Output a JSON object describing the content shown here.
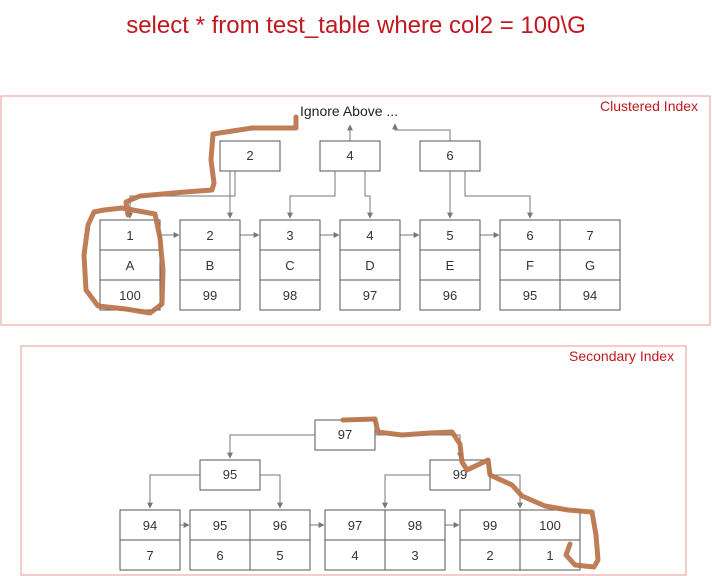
{
  "query": "select * from test_table where col2 = 100\\G",
  "clustered": {
    "label": "Clustered Index",
    "ignore_above": "Ignore Above ...",
    "internal_keys": [
      "2",
      "4",
      "6"
    ],
    "leaves": [
      {
        "key": "1",
        "col1": "A",
        "col2": "100"
      },
      {
        "key": "2",
        "col1": "B",
        "col2": "99"
      },
      {
        "key": "3",
        "col1": "C",
        "col2": "98"
      },
      {
        "key": "4",
        "col1": "D",
        "col2": "97"
      },
      {
        "key": "5",
        "col1": "E",
        "col2": "96"
      },
      {
        "key": "6",
        "col1": "F",
        "col2": "95"
      },
      {
        "key": "7",
        "col1": "G",
        "col2": "94"
      }
    ]
  },
  "secondary": {
    "label": "Secondary Index",
    "root": "97",
    "internal": [
      "95",
      "99"
    ],
    "leaves": [
      {
        "value": "94",
        "pk": "7"
      },
      {
        "value": "95",
        "pk": "6"
      },
      {
        "value": "96",
        "pk": "5"
      },
      {
        "value": "97",
        "pk": "4"
      },
      {
        "value": "98",
        "pk": "3"
      },
      {
        "value": "99",
        "pk": "2"
      },
      {
        "value": "100",
        "pk": "1"
      }
    ]
  },
  "colors": {
    "title": "#c0181f",
    "panel_border": "#e89a9a",
    "box_border": "#555555",
    "arrow": "#777777",
    "annotation": "#b87045"
  }
}
